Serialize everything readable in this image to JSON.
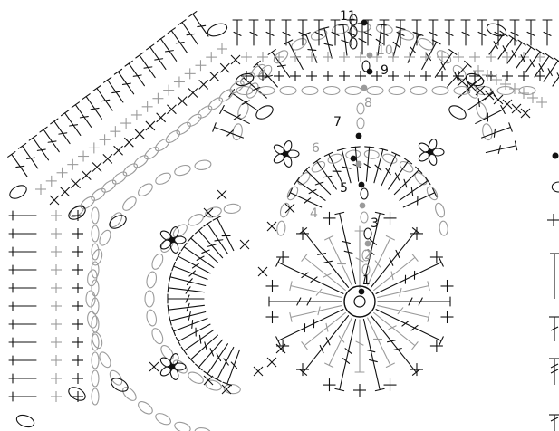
{
  "colors": {
    "black": "#111111",
    "gray": "#9a9a9a",
    "background": "#ffffff"
  },
  "round_labels": [
    {
      "text": "11",
      "color": "black"
    },
    {
      "text": "10",
      "color": "gray"
    },
    {
      "text": "9",
      "color": "black"
    },
    {
      "text": "8",
      "color": "gray"
    },
    {
      "text": "7",
      "color": "black"
    },
    {
      "text": "6",
      "color": "gray"
    },
    {
      "text": "5",
      "color": "black"
    },
    {
      "text": "4",
      "color": "gray"
    },
    {
      "text": "3",
      "color": "black"
    },
    {
      "text": "2",
      "color": "gray"
    },
    {
      "text": "1",
      "color": "black"
    }
  ],
  "legend_symbols": [
    {
      "icon": "slip-stitch-icon"
    },
    {
      "icon": "chain-stitch-icon"
    },
    {
      "icon": "single-crochet-icon"
    },
    {
      "icon": "half-double-crochet-icon"
    },
    {
      "icon": "double-crochet-icon"
    },
    {
      "icon": "treble-crochet-icon"
    },
    {
      "icon": "double-treble-crochet-icon"
    }
  ]
}
